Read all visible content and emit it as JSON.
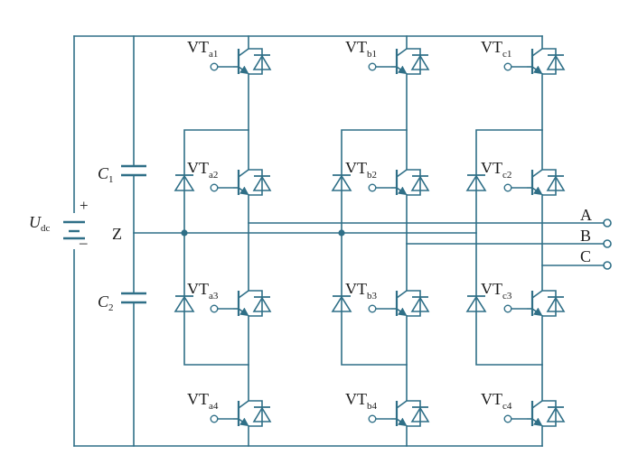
{
  "dc_source": {
    "label": "U",
    "subscript": "dc",
    "plus": "+",
    "minus": "–"
  },
  "capacitors": [
    {
      "label": "C",
      "subscript": "1"
    },
    {
      "label": "C",
      "subscript": "2"
    }
  ],
  "neutral": {
    "label": "Z"
  },
  "outputs": [
    {
      "label": "A"
    },
    {
      "label": "B"
    },
    {
      "label": "C"
    }
  ],
  "switches": [
    {
      "label": "VT",
      "subscript": "a1"
    },
    {
      "label": "VT",
      "subscript": "a2"
    },
    {
      "label": "VT",
      "subscript": "a3"
    },
    {
      "label": "VT",
      "subscript": "a4"
    },
    {
      "label": "VT",
      "subscript": "b1"
    },
    {
      "label": "VT",
      "subscript": "b2"
    },
    {
      "label": "VT",
      "subscript": "b3"
    },
    {
      "label": "VT",
      "subscript": "b4"
    },
    {
      "label": "VT",
      "subscript": "c1"
    },
    {
      "label": "VT",
      "subscript": "c2"
    },
    {
      "label": "VT",
      "subscript": "c3"
    },
    {
      "label": "VT",
      "subscript": "c4"
    }
  ],
  "colors": {
    "wire": "#2f6f87",
    "text": "#1a1a1a",
    "background": "#ffffff"
  },
  "icons": {
    "switch": "igbt-with-antiparallel-diode-icon",
    "clamp": "clamp-diode-icon",
    "terminal": "terminal-circle-icon"
  }
}
